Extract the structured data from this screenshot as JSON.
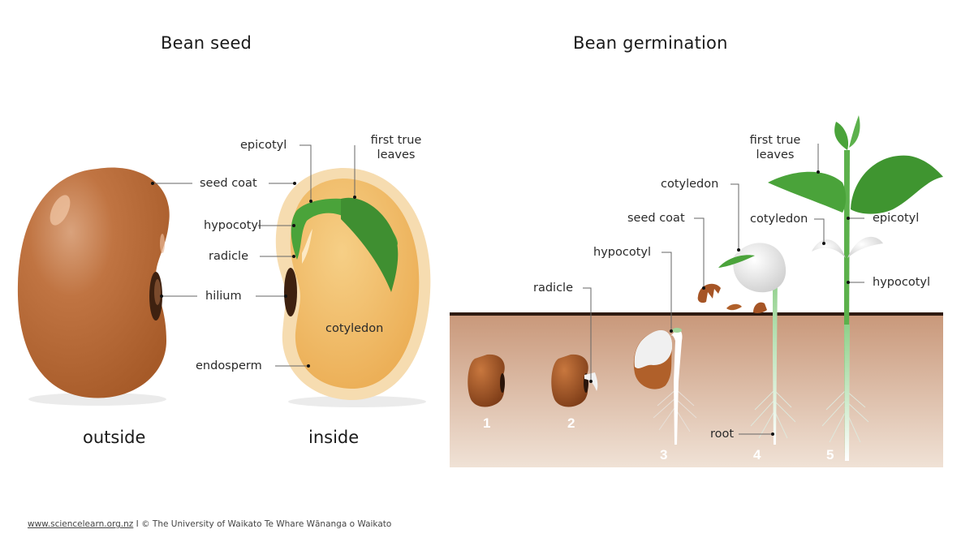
{
  "titles": {
    "left": "Bean seed",
    "right": "Bean germination"
  },
  "bean_seed": {
    "captions": {
      "outside": "outside",
      "inside": "inside"
    },
    "labels": {
      "seed_coat": "seed coat",
      "hilium": "hilium",
      "epicotyl": "epicotyl",
      "first_true_leaves_line1": "first true",
      "first_true_leaves_line2": "leaves",
      "hypocotyl": "hypocotyl",
      "radicle": "radicle",
      "cotyledon": "cotyledon",
      "endosperm": "endosperm"
    }
  },
  "germination": {
    "stages": [
      "1",
      "2",
      "3",
      "4",
      "5"
    ],
    "labels": {
      "radicle": "radicle",
      "hypocotyl": "hypocotyl",
      "seed_coat": "seed coat",
      "cotyledon_stage4": "cotyledon",
      "cotyledon_stage5": "cotyledon",
      "first_true_leaves_line1": "first true",
      "first_true_leaves_line2": "leaves",
      "epicotyl": "epicotyl",
      "hypocotyl_stage5": "hypocotyl",
      "root": "root"
    }
  },
  "colors": {
    "bean_brown": "#b0622e",
    "soil_top": "#c9987a",
    "soil_bottom": "#f0e2d6",
    "leaf_green": "#4aa33a",
    "cotyledon_yellow": "#efb55a"
  },
  "footer": {
    "link": "www.sciencelearn.org.nz",
    "separator": " I ",
    "credit": "© The University of Waikato Te Whare Wānanga o Waikato"
  }
}
